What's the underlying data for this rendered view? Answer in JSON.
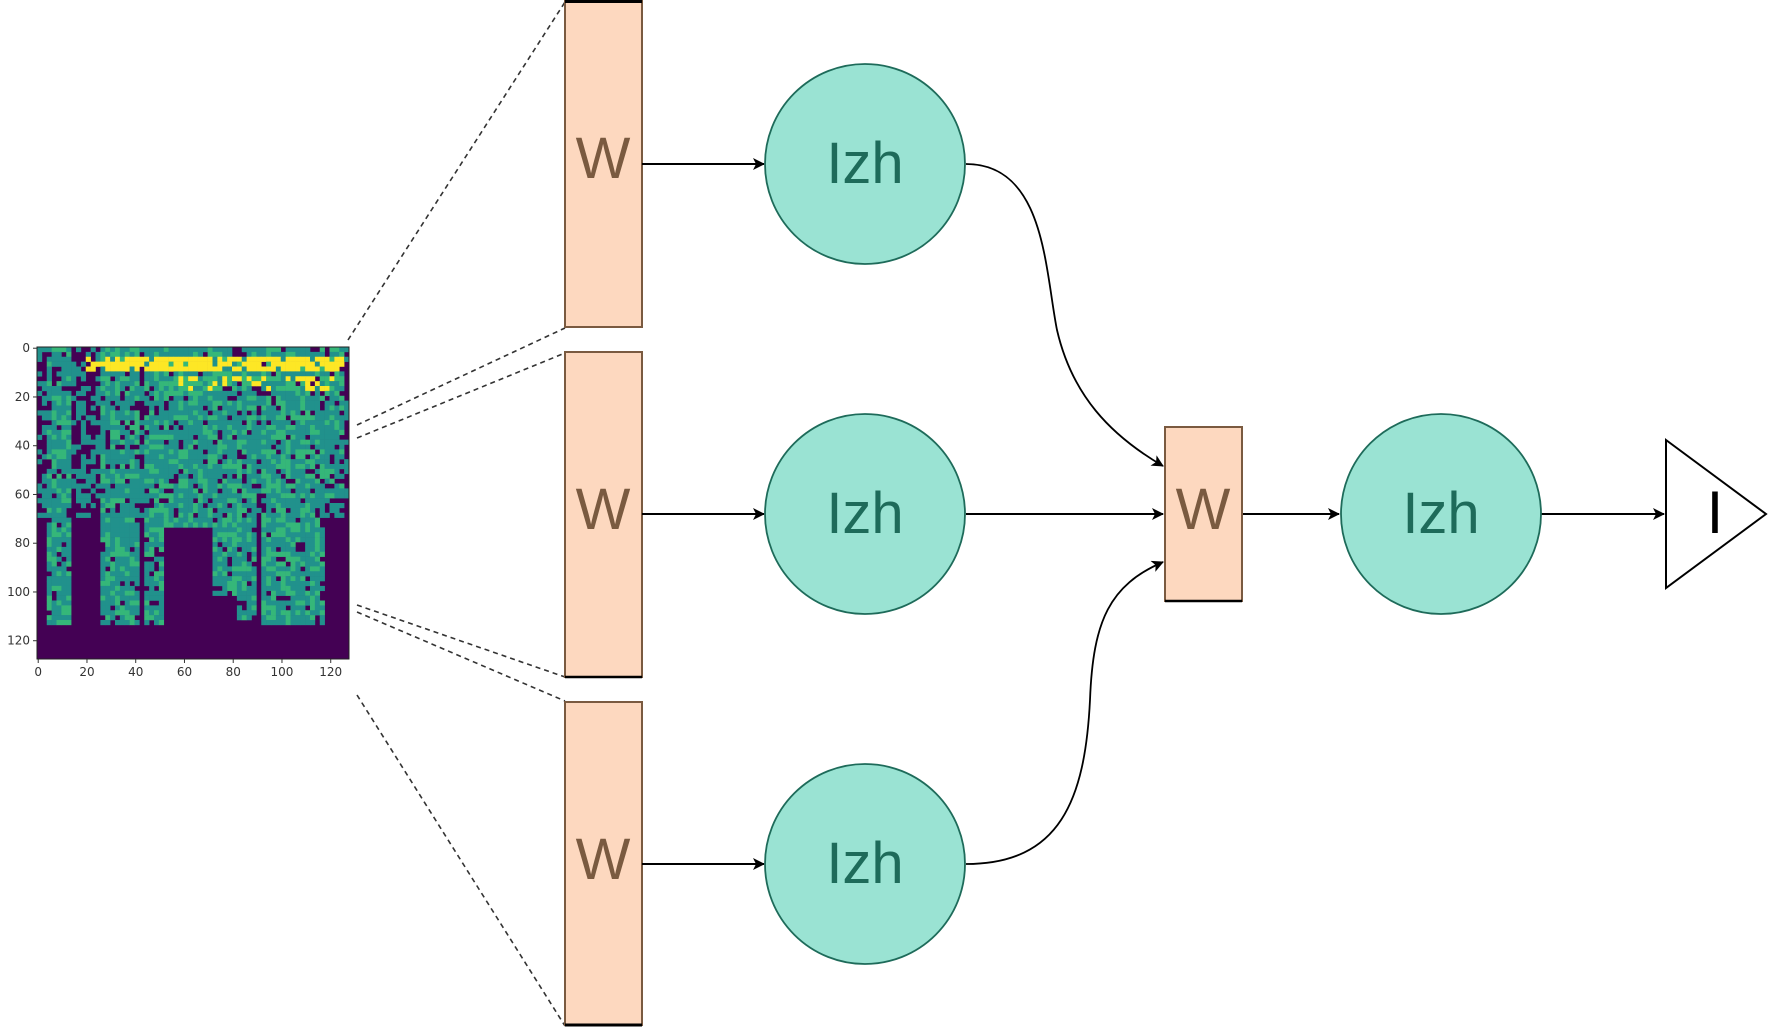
{
  "figure": {
    "description": "Spiking neural network: spectrogram input split into three weight layers feeding Izhikevich neurons, merged into a weight layer, an Izhikevich neuron, and an output integrator",
    "colors": {
      "weight_fill": "#fdd8bf",
      "weight_stroke": "#7a5a40",
      "neuron_fill": "#9ae3d3",
      "neuron_stroke": "#1e6b5a",
      "edge": "#000000",
      "spectrogram_low": "#440154",
      "spectrogram_mid": "#21918c",
      "spectrogram_high": "#35b779",
      "spectrogram_peak": "#fde725"
    }
  },
  "spectrogram": {
    "x_ticks": [
      "0",
      "20",
      "40",
      "60",
      "80",
      "100",
      "120"
    ],
    "y_ticks": [
      "0",
      "20",
      "40",
      "60",
      "80",
      "100",
      "120"
    ],
    "colormap": "viridis"
  },
  "nodes": {
    "input_weights": [
      {
        "label": "W"
      },
      {
        "label": "W"
      },
      {
        "label": "W"
      }
    ],
    "hidden_neurons": [
      {
        "label": "Izh"
      },
      {
        "label": "Izh"
      },
      {
        "label": "Izh"
      }
    ],
    "merge_weight": {
      "label": "W"
    },
    "output_neuron": {
      "label": "Izh"
    },
    "integrator": {
      "label": "I"
    }
  }
}
